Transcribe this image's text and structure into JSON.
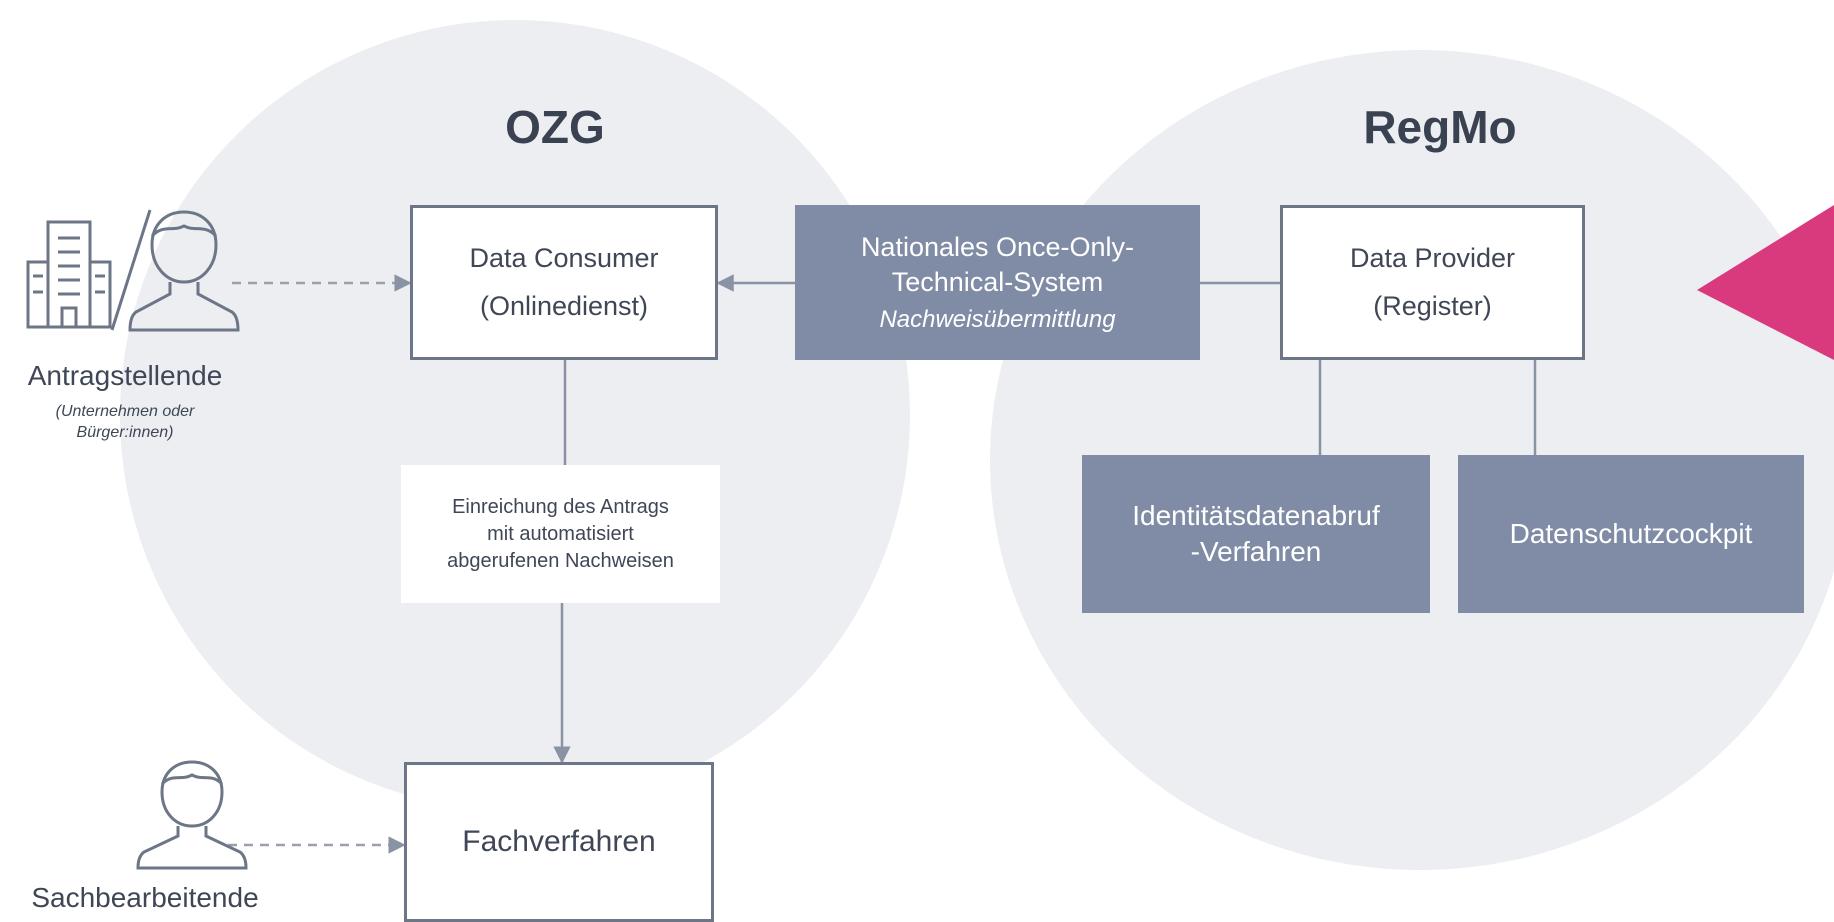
{
  "left_zone": {
    "title": "OZG"
  },
  "right_zone": {
    "title": "RegMo"
  },
  "data_consumer": {
    "line1": "Data Consumer",
    "line2": "(Onlinedienst)"
  },
  "noots": {
    "line1": "Nationales Once-Only-",
    "line2": "Technical-System",
    "line3": "Nachweisübermittlung"
  },
  "data_provider": {
    "line1": "Data Provider",
    "line2": "(Register)"
  },
  "idabruf": {
    "line1": "Identitätsdatenabruf",
    "line2": "-Verfahren"
  },
  "datenschutz": {
    "label": "Datenschutzcockpit"
  },
  "submission_note": {
    "line1": "Einreichung des Antrags",
    "line2": "mit automatisiert",
    "line3": "abgerufenen Nachweisen"
  },
  "fachverfahren": {
    "label": "Fachverfahren"
  },
  "applicant": {
    "label": "Antragstellende",
    "sub1": "(Unternehmen oder",
    "sub2": "Bürger:innen)",
    "icons": [
      "building-icon",
      "person-icon"
    ]
  },
  "clerk": {
    "label": "Sachbearbeitende",
    "icon": "person-icon"
  },
  "colors": {
    "circle": "#eceef2",
    "box_border": "#6d7686",
    "dark_box": "#808ca5",
    "accent": "#d93a7e",
    "text": "#3f4756"
  }
}
